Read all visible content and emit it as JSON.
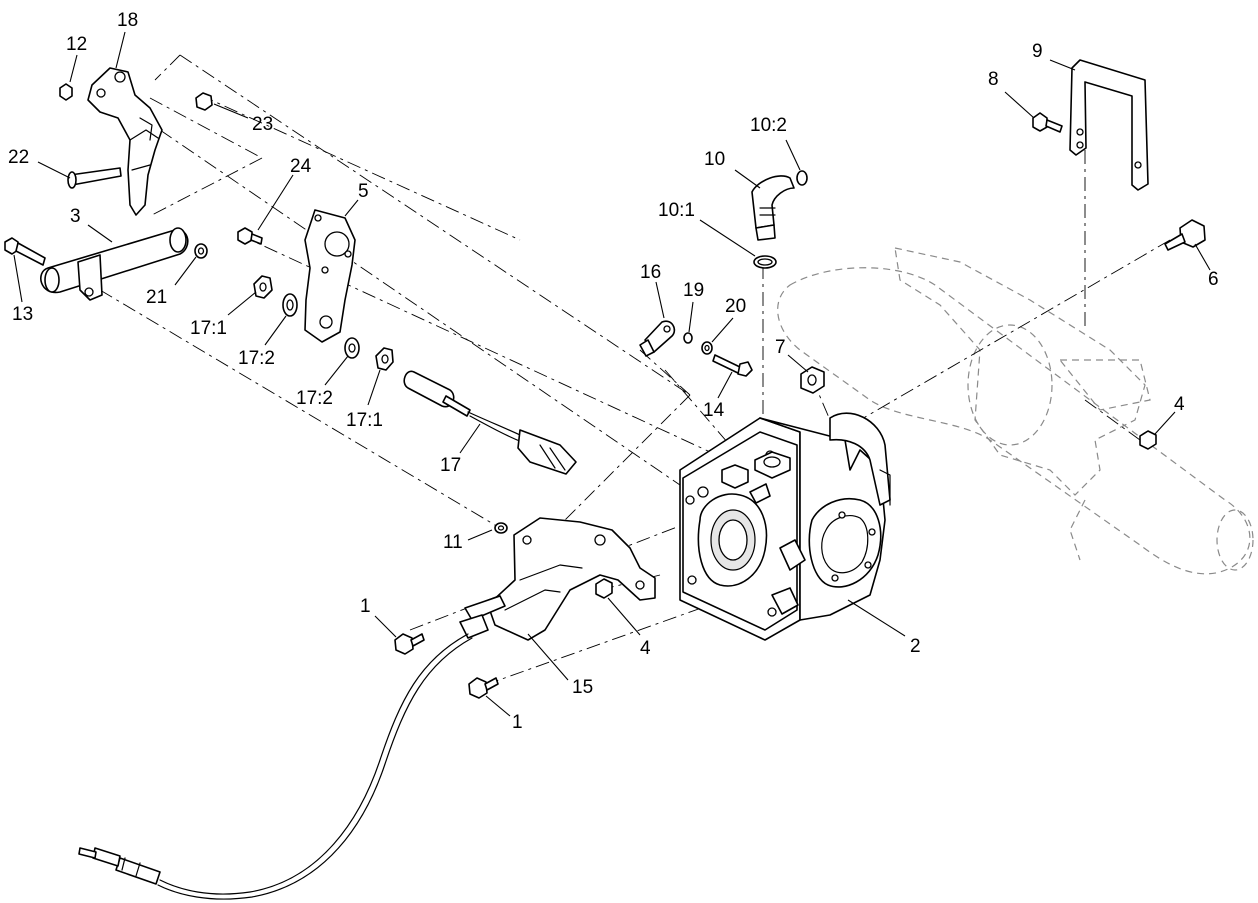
{
  "callouts": {
    "c1a": "1",
    "c1b": "1",
    "c2": "2",
    "c3": "3",
    "c4a": "4",
    "c4b": "4",
    "c5": "5",
    "c6": "6",
    "c7": "7",
    "c8": "8",
    "c9": "9",
    "c10": "10",
    "c10_1": "10:1",
    "c10_2": "10:2",
    "c11": "11",
    "c12": "12",
    "c13": "13",
    "c14": "14",
    "c15": "15",
    "c16": "16",
    "c17": "17",
    "c17_1a": "17:1",
    "c17_1b": "17:1",
    "c17_2a": "17:2",
    "c17_2b": "17:2",
    "c18": "18",
    "c19": "19",
    "c20": "20",
    "c21": "21",
    "c22": "22",
    "c23": "23",
    "c24": "24"
  }
}
